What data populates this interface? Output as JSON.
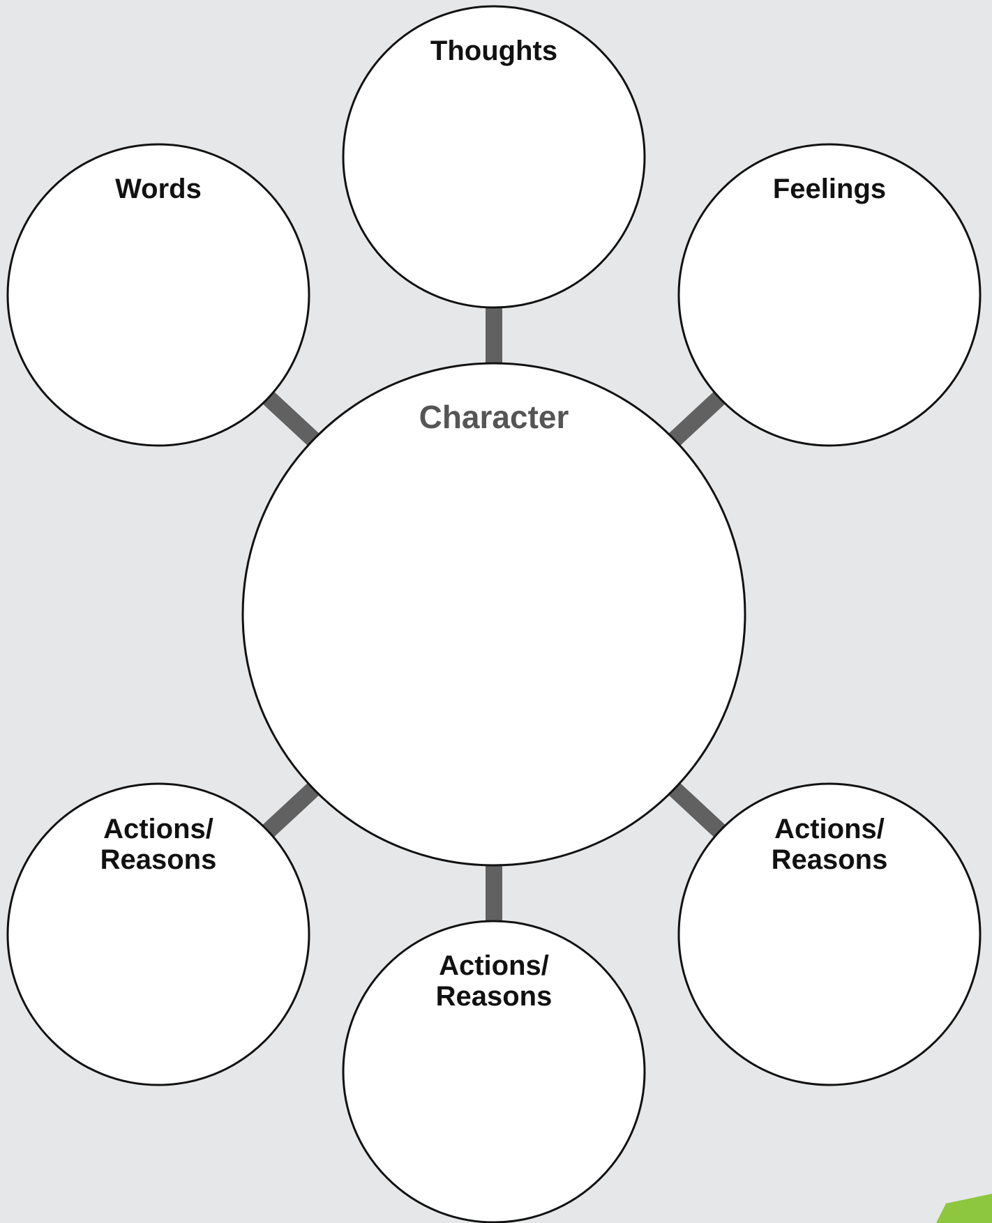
{
  "colors": {
    "background": "#e6e7e8",
    "bubble_fill": "#ffffff",
    "bubble_stroke": "#111111",
    "connector": "#616161",
    "center_label": "#555555",
    "logo_accent": "#8dc63f"
  },
  "center": {
    "label": "Character"
  },
  "bubbles": [
    {
      "id": "thoughts",
      "lines": [
        "Thoughts"
      ]
    },
    {
      "id": "words",
      "lines": [
        "Words"
      ]
    },
    {
      "id": "feelings",
      "lines": [
        "Feelings"
      ]
    },
    {
      "id": "actions-left",
      "lines": [
        "Actions/",
        "Reasons"
      ]
    },
    {
      "id": "actions-bottom",
      "lines": [
        "Actions/",
        "Reasons"
      ]
    },
    {
      "id": "actions-right",
      "lines": [
        "Actions/",
        "Reasons"
      ]
    }
  ],
  "logo": {
    "icon": "publisher-logo-corner"
  }
}
